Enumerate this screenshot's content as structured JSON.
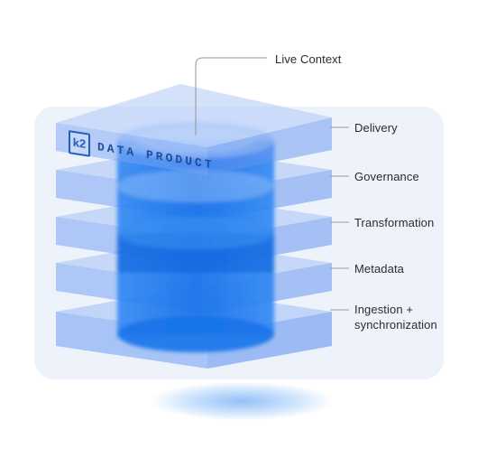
{
  "brand": {
    "logo_text": "k2",
    "product_text": "DATA PRODUCT"
  },
  "labels": {
    "top": "Live Context",
    "layers": [
      {
        "text": "Delivery"
      },
      {
        "text": "Governance"
      },
      {
        "text": "Transformation"
      },
      {
        "text": "Metadata"
      },
      {
        "text": "Ingestion +"
      }
    ],
    "ingestion_line2": "synchronization"
  },
  "colors": {
    "layer_fill": "#6f9cf2",
    "layer_edge": "#8fb2f5",
    "cylinder": "#1e7cf0",
    "cylinder_dark": "#0f5fd8",
    "backdrop": "#eef3fb",
    "connector": "#9a9aa0",
    "text": "#2a2a35"
  }
}
